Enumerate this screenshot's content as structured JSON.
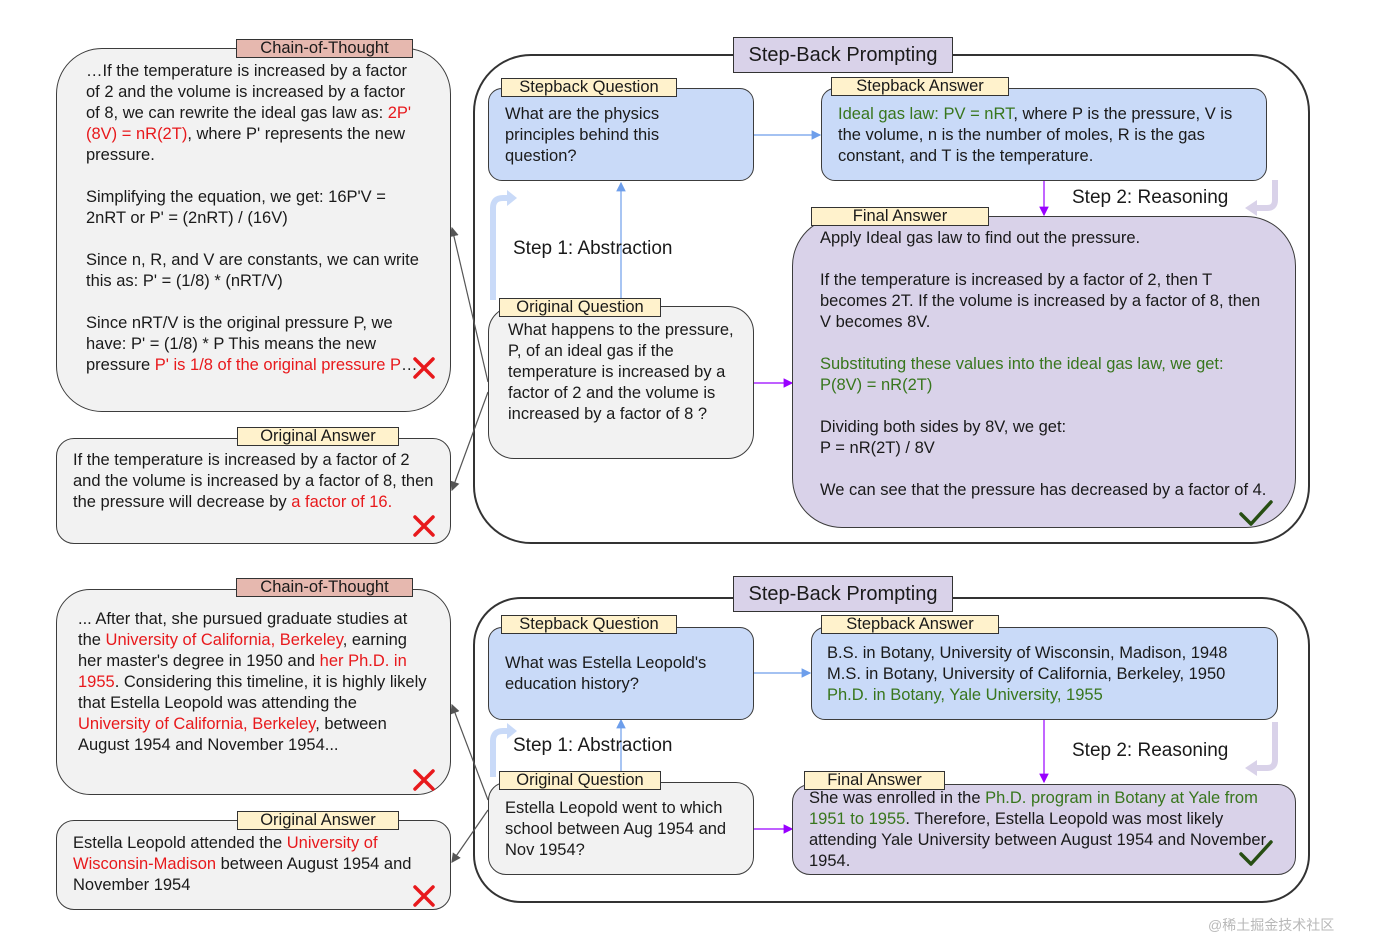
{
  "colors": {
    "red_text": "#e8191c",
    "green_text": "#38761d",
    "blue_box": "#c9daf8",
    "lavender_box": "#d9d2e9",
    "gray_box": "#f2f2f2",
    "cot_tag": "#e6b8af",
    "yellow_tag": "#fff2cc",
    "wrong_mark": "#e8191c",
    "correct_mark": "#274e13",
    "arrow_blue": "#6d9eeb",
    "arrow_purple": "#9900ff"
  },
  "icons": {
    "wrong": "red-x-icon",
    "correct": "green-check-icon"
  },
  "top": {
    "cot_tag": "Chain-of-Thought",
    "cot": {
      "p1": {
        "a": "…If the temperature is increased by a factor of 2 and the volume is increased by a factor of 8, we can rewrite the ideal gas law as: ",
        "b": "2P' (8V) = nR(2T)",
        "c": ", where P' represents the new pressure."
      },
      "p2": "Simplifying the equation, we get: 16P'V = 2nRT or P' = (2nRT) / (16V)",
      "p3": "Since n, R, and V are constants, we can write this as: P' = (1/8) * (nRT/V)",
      "p4": {
        "a": "Since nRT/V is the original pressure P, we have: P' = (1/8) * P This means the new pressure ",
        "b": "P' is 1/8 of the original pressure P",
        "c": "…"
      }
    },
    "orig_answer_tag": "Original Answer",
    "orig_answer": {
      "a": "If the temperature is increased by a factor of 2 and the volume is increased by a factor of 8, then the pressure will decrease by ",
      "b": "a factor of 16."
    },
    "stepback_title": "Step-Back Prompting",
    "sb_question_tag": "Stepback Question",
    "sb_question": "What are the physics principles behind this question?",
    "sb_answer_tag": "Stepback Answer",
    "sb_answer": {
      "a": "Ideal gas law: PV = nRT",
      "b": ", where P is the pressure, V is the volume, n is the number of moles, R is the gas constant, and T is the temperature."
    },
    "step1": "Step 1: Abstraction",
    "step2": "Step 2: Reasoning",
    "orig_question_tag": "Original Question",
    "orig_question": "What happens to the pressure, P, of an ideal gas if the temperature is increased by a factor of 2 and the volume is increased by a factor of 8 ?",
    "final_tag": "Final Answer",
    "final": {
      "p1": "Apply Ideal gas law to find out the pressure.",
      "p2": "If the temperature is increased by a factor of 2, then T becomes 2T. If the volume is increased by a factor of 8, then V becomes 8V.",
      "p3a": "Substituting these values into the ideal gas law, we get:",
      "p3b": "P(8V) = nR(2T)",
      "p4a": "Dividing both sides by 8V, we get:",
      "p4b": "P = nR(2T) / 8V",
      "p5": "We can see that the pressure has decreased by a factor of 4."
    }
  },
  "bottom": {
    "cot_tag": "Chain-of-Thought",
    "cot": {
      "s1": "... After that, she pursued graduate studies at the ",
      "s2": "University of California, Berkeley",
      "s3": ", earning her master's degree in 1950 and ",
      "s4": "her Ph.D. in 1955",
      "s5": ". Considering this timeline, it is highly likely that Estella Leopold was attending the ",
      "s6": "University of California, Berkeley",
      "s7": ", between August 1954 and November 1954..."
    },
    "orig_answer_tag": "Original Answer",
    "orig_answer": {
      "a": "Estella Leopold attended the ",
      "b": "University of Wisconsin-Madison",
      "c": " between August 1954 and November 1954"
    },
    "stepback_title": "Step-Back Prompting",
    "sb_question_tag": "Stepback Question",
    "sb_question": "What was Estella Leopold's education history?",
    "sb_answer_tag": "Stepback Answer",
    "sb_answer": {
      "l1": "B.S. in Botany, University of Wisconsin, Madison, 1948",
      "l2": "M.S. in Botany, University of California, Berkeley, 1950",
      "l3": "Ph.D. in Botany, Yale University, 1955"
    },
    "step1": "Step 1: Abstraction",
    "step2": "Step 2: Reasoning",
    "orig_question_tag": "Original Question",
    "orig_question": "Estella Leopold went to which school between Aug 1954 and Nov 1954?",
    "final_tag": "Final Answer",
    "final": {
      "a": "She was enrolled in the ",
      "b": "Ph.D. program in Botany at Yale from 1951 to 1955",
      "c": ". Therefore, Estella Leopold was most likely attending Yale University between August 1954 and November 1954."
    }
  },
  "watermark": "@稀土掘金技术社区"
}
